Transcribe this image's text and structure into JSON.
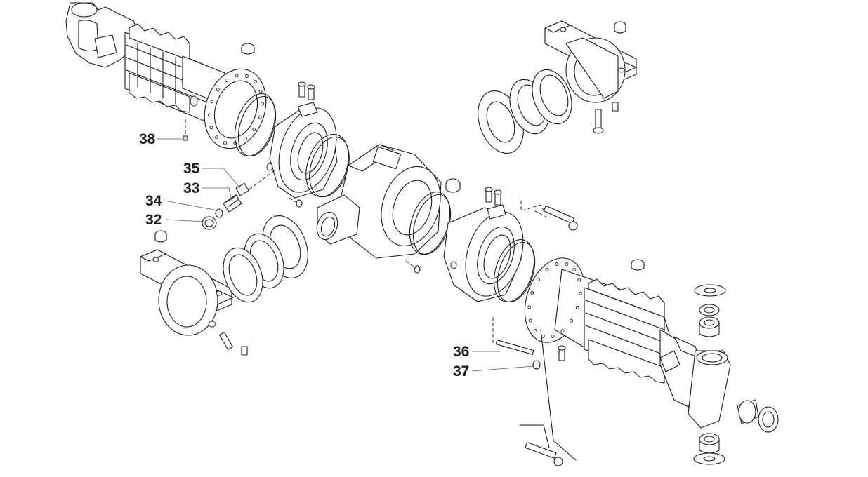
{
  "diagram": {
    "callouts": [
      {
        "id": "c38",
        "label": "38"
      },
      {
        "id": "c35",
        "label": "35"
      },
      {
        "id": "c33",
        "label": "33"
      },
      {
        "id": "c34",
        "label": "34"
      },
      {
        "id": "c32",
        "label": "32"
      },
      {
        "id": "c36",
        "label": "36"
      },
      {
        "id": "c37",
        "label": "37"
      }
    ]
  }
}
